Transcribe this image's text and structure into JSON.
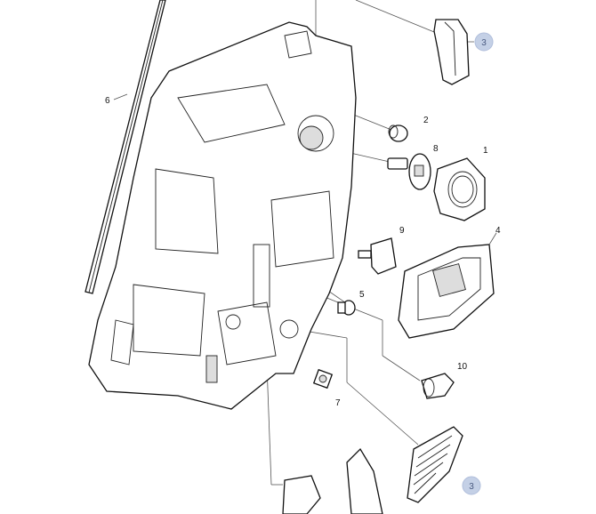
{
  "diagram": {
    "callouts": {
      "c1": "1",
      "c2": "2",
      "c4": "4",
      "c5": "5",
      "c6": "6",
      "c7": "7",
      "c8": "8",
      "c9": "9",
      "c10": "10"
    },
    "hotspots": {
      "h3a": "3",
      "h3b": "3"
    },
    "colors": {
      "hotspot": "#c4d0e6",
      "line": "#555555"
    }
  }
}
